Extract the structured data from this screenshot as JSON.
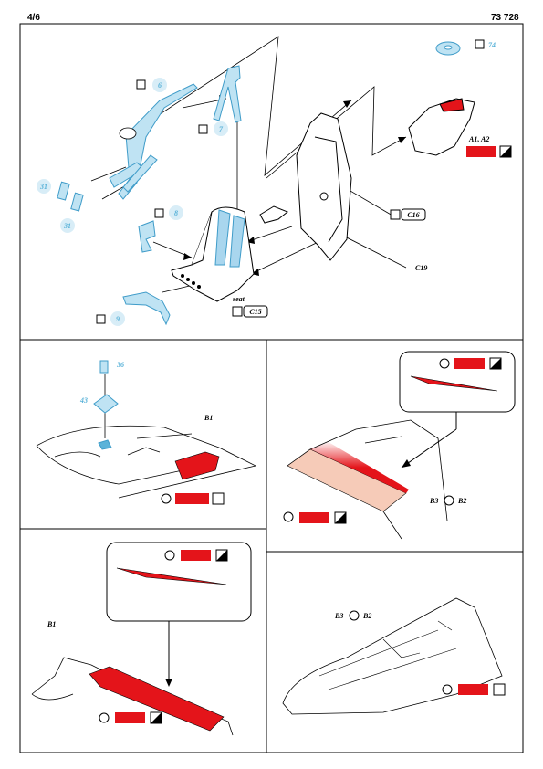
{
  "header": {
    "page": "4/6",
    "code": "73 728"
  },
  "panel_cockpit": {
    "part_numbers": {
      "belt": "6",
      "strap": "7",
      "seat_pan": "8",
      "bracket": "9",
      "pedals": "31",
      "knob": "74"
    },
    "refs": {
      "a": "A1, A2",
      "c16": "C16",
      "c19": "C19",
      "seat_label": "seat",
      "c15": "C15"
    }
  },
  "panel_top_left": {
    "part_a": "36",
    "part_b": "43",
    "ref": "B1"
  },
  "panel_top_right": {
    "ref_b3": "B3",
    "ref_b2": "B2"
  },
  "panel_bottom_left": {
    "ref": "B1"
  },
  "panel_bottom_right": {
    "ref_b3": "B3",
    "ref_b2": "B2"
  },
  "colors": {
    "red": "#e4141a",
    "blue": "#5bb3d9",
    "pink": "#f6cbb8",
    "line": "#000000"
  }
}
